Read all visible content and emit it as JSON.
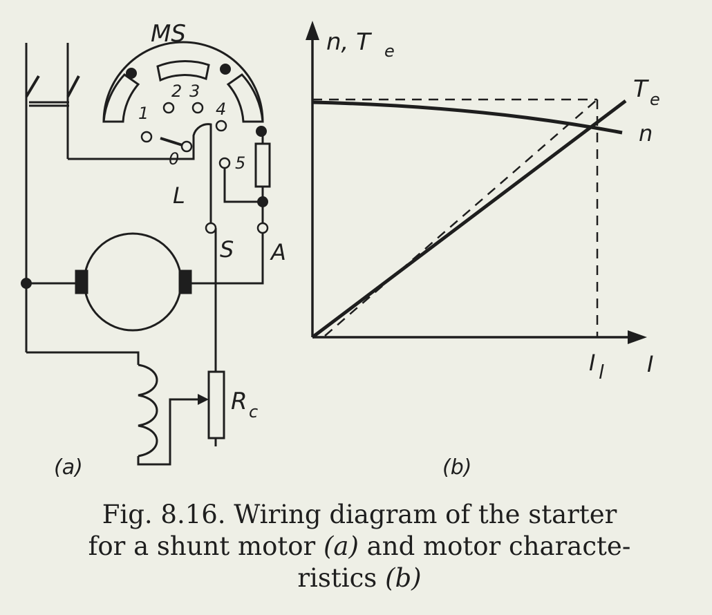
{
  "diagram_a": {
    "label_ms": "MS",
    "contacts": [
      "1",
      "2",
      "3",
      "4",
      "5",
      "0"
    ],
    "label_l": "L",
    "label_s": "S",
    "label_a": "A",
    "label_rc": "R",
    "label_rc_sub": "c",
    "panel_label": "(a)"
  },
  "graph_b": {
    "y_axis_label": "n, T",
    "y_axis_label_sub": "e",
    "curve_te_label": "T",
    "curve_te_label_sub": "e",
    "curve_n_label": "n",
    "x_tick_label": "I",
    "x_tick_label_sub": "l",
    "x_axis_label": "I",
    "panel_label": "(b)"
  },
  "caption": {
    "line1": "Fig. 8.16. Wiring diagram of the starter",
    "line2_pre": "for a shunt motor ",
    "line2_a": "(a)",
    "line2_post": " and motor characte-",
    "line3_pre": "ristics ",
    "line3_b": "(b)"
  },
  "colors": {
    "ink": "#1e1e1e",
    "paper": "#eeefe6"
  }
}
